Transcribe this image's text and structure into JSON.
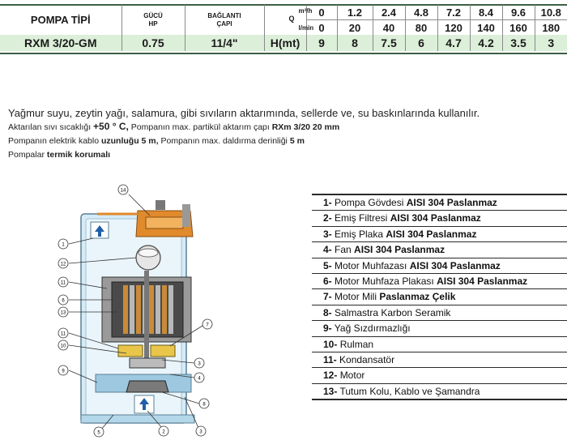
{
  "spec_table": {
    "pump_type_header": "POMPA TİPİ",
    "power_header_line1": "GÜCÜ",
    "power_header_line2": "HP",
    "connection_header_line1": "BAĞLANTI",
    "connection_header_line2": "ÇAPI",
    "flow_symbol": "Q",
    "flow_unit_m3h": "m³/h",
    "flow_unit_lmin": "l/min",
    "head_label": "H(mt)",
    "flow_m3h": [
      "0",
      "1.2",
      "2.4",
      "4.8",
      "7.2",
      "8.4",
      "9.6",
      "10.8"
    ],
    "flow_lmin": [
      "0",
      "20",
      "40",
      "80",
      "120",
      "140",
      "160",
      "180"
    ],
    "model": "RXM 3/20-GM",
    "power": "0.75",
    "connection": "11/4\"",
    "head_m": [
      "9",
      "8",
      "7.5",
      "6",
      "4.7",
      "4.2",
      "3.5",
      "3"
    ]
  },
  "description": {
    "line1": "Yağmur suyu, zeytin yağı, salamura, gibi sıvıların aktarımında, sellerde ve, su baskınlarında kullanılır.",
    "line2_a": "Aktarılan sıvı sıcaklığı",
    "line2_b": "+50 ° C,",
    "line2_c": "Pompanın max. partikül aktarım çapı",
    "line2_d": "RXm 3/20 20 mm",
    "line3_a": "Pompanın elektrik kablo",
    "line3_b": "uzunluğu 5 m,",
    "line3_c": "Pompanın max. daldırma derinliği",
    "line3_d": "5 m",
    "line4_a": "Pompalar",
    "line4_b": "termik korumalı"
  },
  "diagram_labels": [
    "14",
    "1",
    "12",
    "11",
    "6",
    "13",
    "11",
    "10",
    "9",
    "7",
    "3",
    "4",
    "8",
    "5",
    "2",
    "3"
  ],
  "parts": [
    {
      "num": "1-",
      "text": "Pompa Gövdesi",
      "bold": "AISI 304 Paslanmaz"
    },
    {
      "num": "2-",
      "text": "Emiş Filtresi",
      "bold": "AISI 304 Paslanmaz"
    },
    {
      "num": "3-",
      "text": "Emiş Plaka",
      "bold": "AISI 304 Paslanmaz"
    },
    {
      "num": "4-",
      "text": "Fan",
      "bold": "AISI 304 Paslanmaz"
    },
    {
      "num": "5-",
      "text": "Motor Muhfazası",
      "bold": "AISI 304 Paslanmaz"
    },
    {
      "num": "6-",
      "text": "Motor Muhfaza Plakası",
      "bold": "AISI 304 Paslanmaz"
    },
    {
      "num": "7-",
      "text": "Motor Mili",
      "bold": "Paslanmaz Çelik"
    },
    {
      "num": "8-",
      "text": "Salmastra Karbon Seramik",
      "bold": ""
    },
    {
      "num": "9-",
      "text": "Yağ Sızdırmazlığı",
      "bold": ""
    },
    {
      "num": "10-",
      "text": "Rulman",
      "bold": ""
    },
    {
      "num": "11-",
      "text": "Kondansatör",
      "bold": ""
    },
    {
      "num": "12-",
      "text": "Motor",
      "bold": ""
    },
    {
      "num": "13-",
      "text": "Tutum Kolu, Kablo ve Şamandra",
      "bold": ""
    }
  ],
  "colors": {
    "header_line": "#3c5f44",
    "model_row_bg": "#dcefd9",
    "housing_blue": "#cfe6f3",
    "handle_orange": "#e08a2c"
  }
}
